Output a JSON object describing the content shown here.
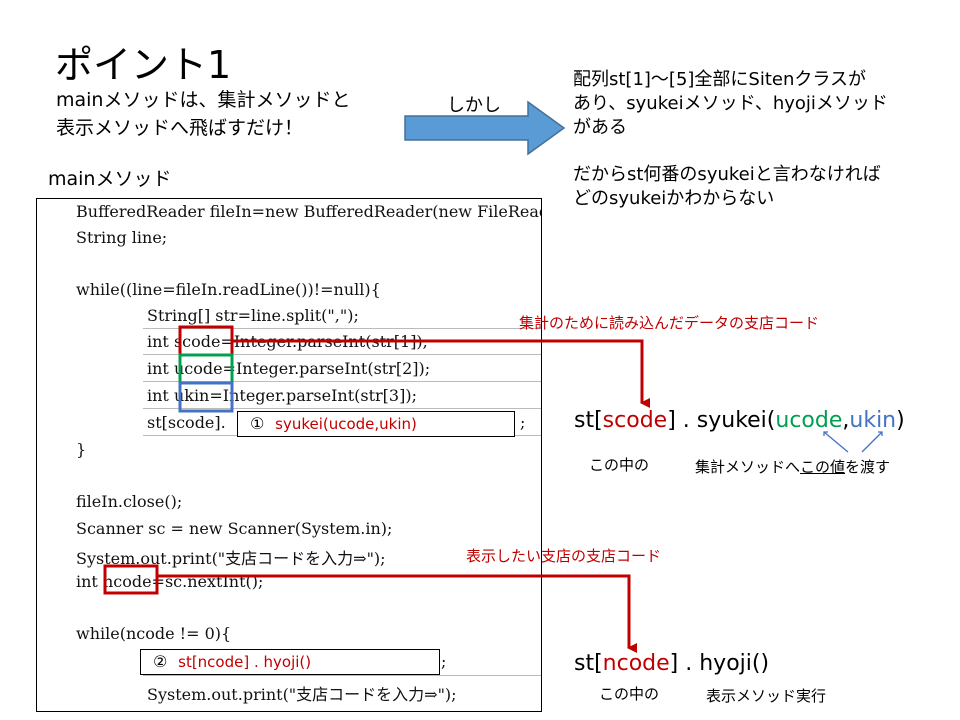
{
  "title": "ポイント1",
  "subtitle": "mainメソッドは、集計メソッドと\n表示メソッドへ飛ばすだけ！",
  "arrow_label": "しかし",
  "note1": "配列st[1]～[5]全部にSitenクラスが\nあり、syukeiメソッド、hyojiメソッド\nがある",
  "note2": "だからst何番のsyukeiと言わなければ\nどのsyukeiかわからない",
  "code_title": "mainメソッド",
  "code": {
    "l1": "BufferedReader fileIn=new BufferedReader(new FileReader",
    "l2": "String line;",
    "l3": "while((line=fileIn.readLine())!=null){",
    "l4": "String[] str=line.split(\",\");",
    "l5": "int scode=Integer.parseInt(str[1]);",
    "l6": "int ucode=Integer.parseInt(str[2]);",
    "l7": "int ukin=Integer.parseInt(str[3]);",
    "l8_prefix": "st[scode].",
    "l8_suffix": ";",
    "l9": "}",
    "l10": "fileIn.close();",
    "l11": "Scanner sc = new Scanner(System.in);",
    "l12": "System.out.print(\"支店コードを入力⇒\");",
    "l13": "int ncode=sc.nextInt();",
    "l14": "while(ncode != 0){",
    "l15_suffix": ";",
    "l16": "System.out.print(\"支店コードを入力⇒\");"
  },
  "box1": {
    "num": "①",
    "text": "syukei(ucode,ukin)"
  },
  "box2": {
    "num": "②",
    "text": "st[ncode] . hyoji()"
  },
  "annot1": "集計のために読み込んだデータの支店コード",
  "annot2": "表示したい支店の支店コード",
  "expr1": {
    "p1": "st[",
    "scode": "scode",
    "p2": "] . syukei(",
    "ucode": "ucode",
    "comma": ",",
    "ukin": "ukin",
    "p3": ")"
  },
  "expr1_note_left": "この中の",
  "expr1_note_right_a": "集計メソッドへ",
  "expr1_note_right_u": "この値",
  "expr1_note_right_b": "を渡す",
  "expr2": {
    "p1": "st[",
    "ncode": "ncode",
    "p2": "] . hyoji()"
  },
  "expr2_note_left": "この中の",
  "expr2_note_right": "表示メソッド実行",
  "colors": {
    "red": "#c00000",
    "green": "#00a050",
    "blue": "#4472c4",
    "arrow": "#5b9bd5",
    "arrow_border": "#41719c"
  }
}
